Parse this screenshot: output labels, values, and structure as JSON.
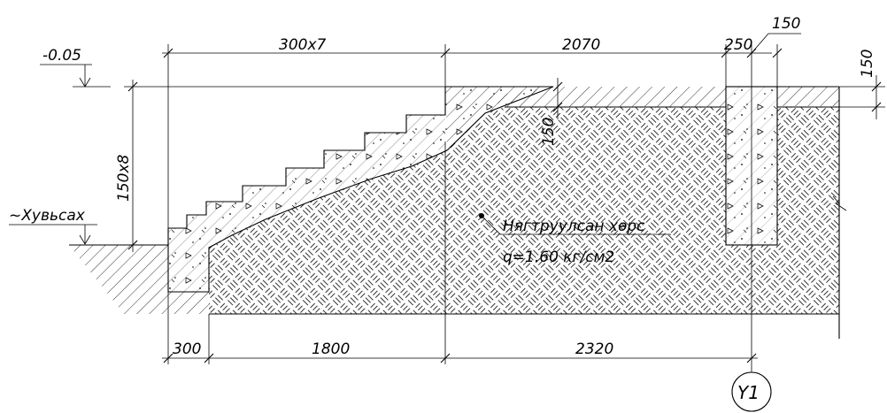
{
  "levels": {
    "top_level": "-0.05",
    "ground_level": "~Хувьсах"
  },
  "dimensions": {
    "stair_run": "300x7",
    "top_length": "2070",
    "wall_width": "250",
    "wall_offset": "150",
    "slab_thickness_right": "150",
    "stair_height": "150x8",
    "slab_thickness": "150",
    "footing_width": "300",
    "bottom_run": "1800",
    "bottom_right": "2320"
  },
  "annotation": {
    "soil_line1": "Нягтруулсан хөрс",
    "soil_line2": "q=1.60 кг/см2"
  },
  "axis_marker": "Y1"
}
